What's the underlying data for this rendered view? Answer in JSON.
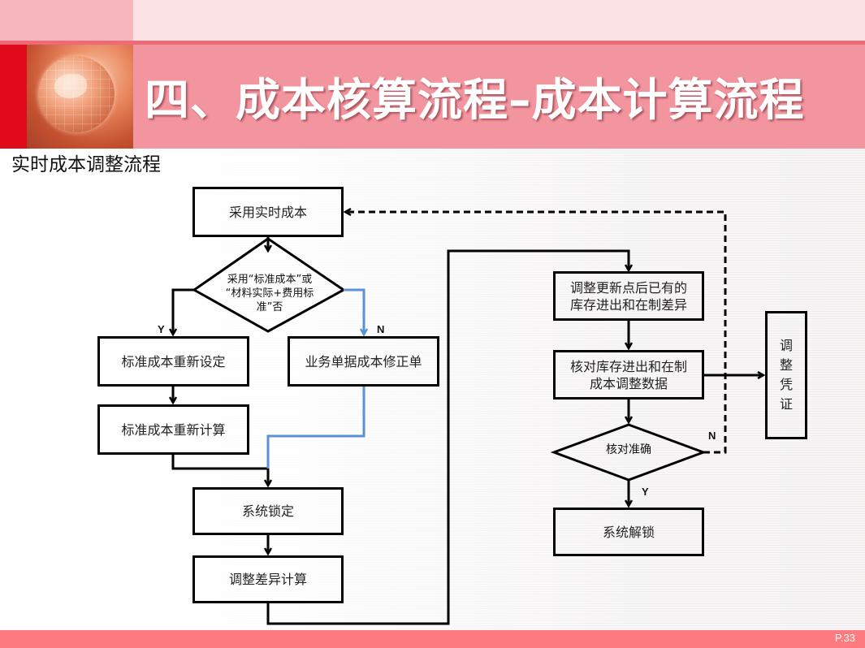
{
  "header": {
    "title": "四、成本核算流程–成本计算流程",
    "subtitle": "实时成本调整流程"
  },
  "footer": {
    "page": "P.33"
  },
  "colors": {
    "header_band": "#f3959f",
    "accent_red": "#e10a1c",
    "footer": "#fe7b80",
    "flow_blue": "#5b8fd6"
  },
  "flowchart": {
    "nodes": {
      "use_realtime_cost": "采用实时成本",
      "decision_standard": "采用“标准成本”或“材料实际+费用标准”否",
      "decision_standard_lines": [
        "采用“标准成本”或",
        "“材料实际+费用标",
        "准”否"
      ],
      "reset_standard": "标准成本重新设定",
      "recalc_standard": "标准成本重新计算",
      "doc_correction": "业务单据成本修正单",
      "system_lock": "系统锁定",
      "adjust_diff_calc": "调整差异计算",
      "update_diff": "调整更新点后已有的库存进出和在制差异",
      "update_diff_lines": [
        "调整更新点后已有的",
        "库存进出和在制差异"
      ],
      "verify_data": "核对库存进出和在制成本调整数据",
      "verify_data_lines": [
        "核对库存进出和在制",
        "成本调整数据"
      ],
      "decision_accurate": "核对准确",
      "system_unlock": "系统解锁",
      "adjust_voucher": "调整凭证",
      "adjust_voucher_chars": [
        "调",
        "整",
        "凭",
        "证"
      ]
    },
    "labels": {
      "yes": "Y",
      "no": "N"
    }
  }
}
